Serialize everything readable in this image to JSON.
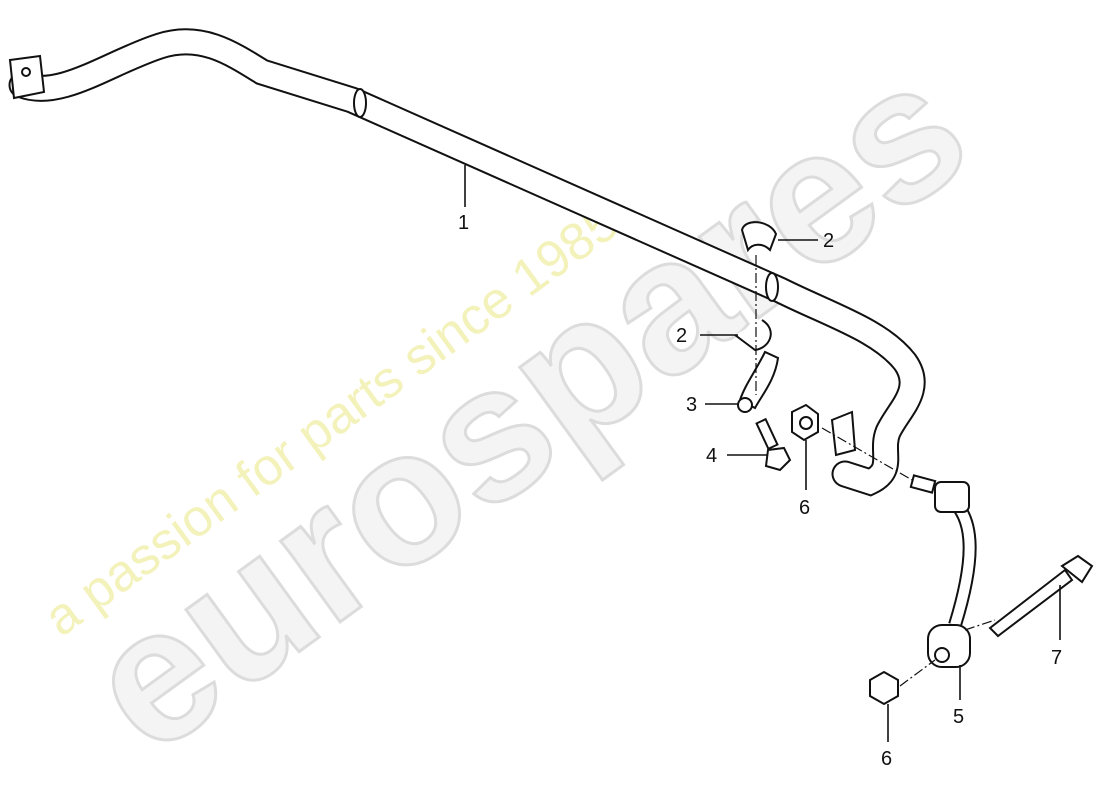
{
  "watermark": {
    "brand": "eurospares",
    "tagline": "a passion for parts since 1985"
  },
  "callouts": [
    {
      "id": "stabilizer-bar",
      "label": "1"
    },
    {
      "id": "bushing-upper",
      "label": "2"
    },
    {
      "id": "bushing-clip",
      "label": "2"
    },
    {
      "id": "clamp",
      "label": "3"
    },
    {
      "id": "bolt",
      "label": "4"
    },
    {
      "id": "nut-upper",
      "label": "6"
    },
    {
      "id": "bolt-long",
      "label": "7"
    },
    {
      "id": "coupling-rod",
      "label": "5"
    },
    {
      "id": "nut-lower",
      "label": "6"
    }
  ]
}
